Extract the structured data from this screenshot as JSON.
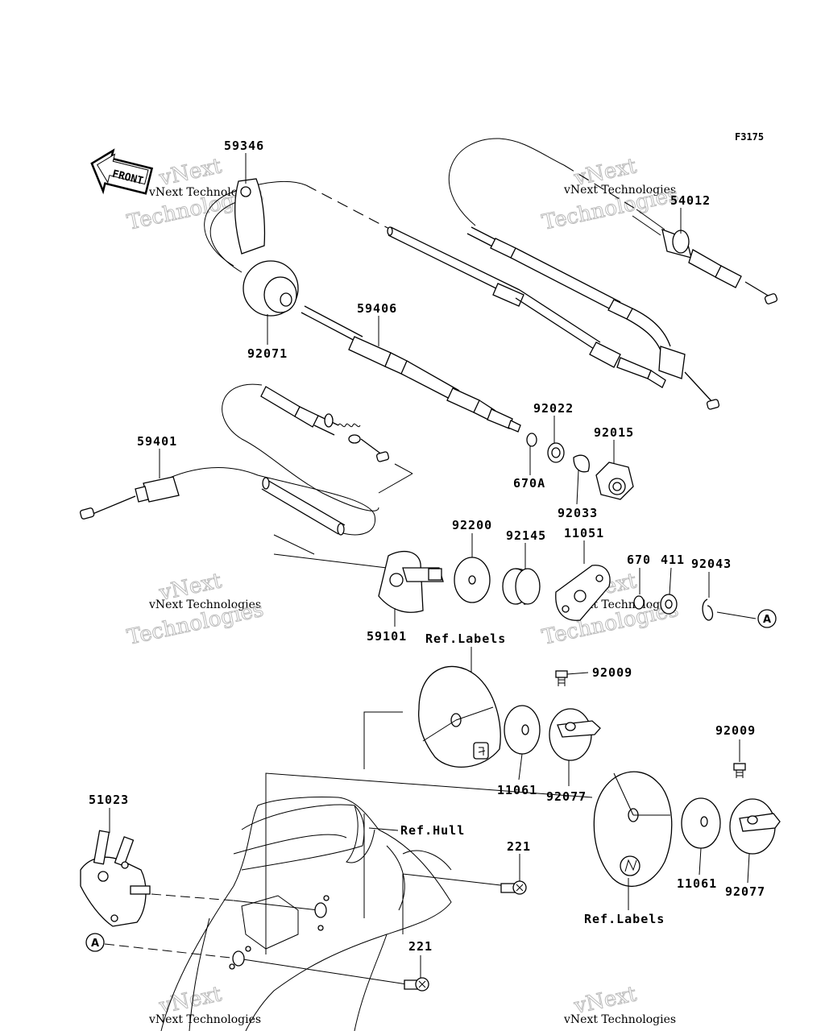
{
  "diagram": {
    "code": "F3175",
    "front_label": "FRONT",
    "reference_letter": "A",
    "watermark_line1": "vNext",
    "watermark_line2": "Technologies",
    "watermark_small": "vNext Technologies",
    "parts": {
      "p59346": "59346",
      "p54012": "54012",
      "p59406": "59406",
      "p92071": "92071",
      "p59401": "59401",
      "p92022": "92022",
      "p92015": "92015",
      "p670A": "670A",
      "p92033": "92033",
      "p92200": "92200",
      "p92145": "92145",
      "p11051": "11051",
      "p670": "670",
      "p411": "411",
      "p92043": "92043",
      "p59101": "59101",
      "p92009a": "92009",
      "p92009b": "92009",
      "p11061a": "11061",
      "p92077a": "92077",
      "p11061b": "11061",
      "p92077b": "92077",
      "p51023": "51023",
      "p221a": "221",
      "p221b": "221"
    },
    "refs": {
      "labels_top": "Ref.Labels",
      "labels_bottom": "Ref.Labels",
      "hull": "Ref.Hull"
    }
  }
}
